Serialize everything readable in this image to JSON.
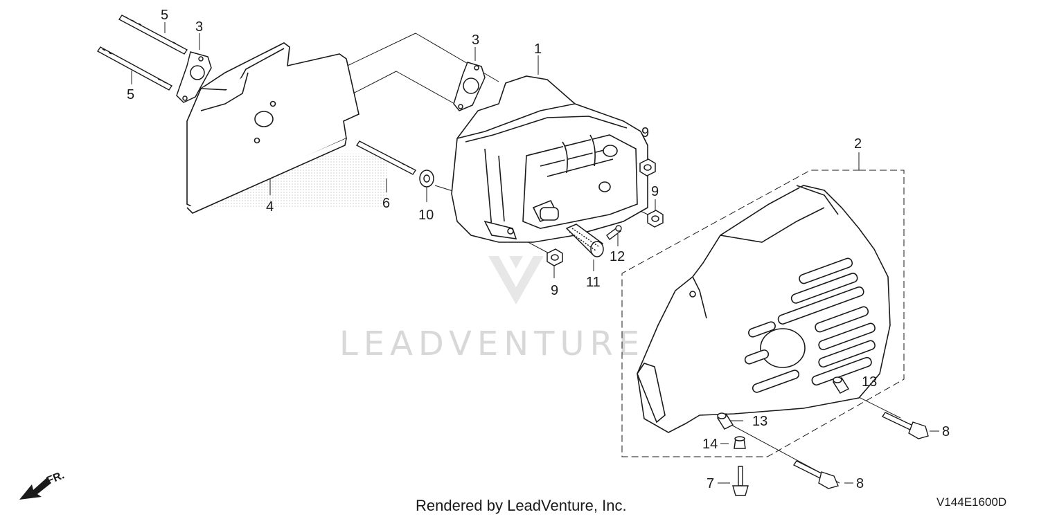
{
  "watermark": "LEADVENTURE",
  "footer": {
    "rendered_by": "Rendered by LeadVenture, Inc.",
    "diagram_code": "V144E1600D"
  },
  "direction_indicator": "FR.",
  "callouts": {
    "c1": "1",
    "c2": "2",
    "c3a": "3",
    "c3b": "3",
    "c4": "4",
    "c5a": "5",
    "c5b": "5",
    "c6": "6",
    "c7": "7",
    "c8a": "8",
    "c8b": "8",
    "c9a": "9",
    "c9b": "9",
    "c9c": "9",
    "c10": "10",
    "c11": "11",
    "c12": "12",
    "c13a": "13",
    "c13b": "13",
    "c14": "14"
  }
}
